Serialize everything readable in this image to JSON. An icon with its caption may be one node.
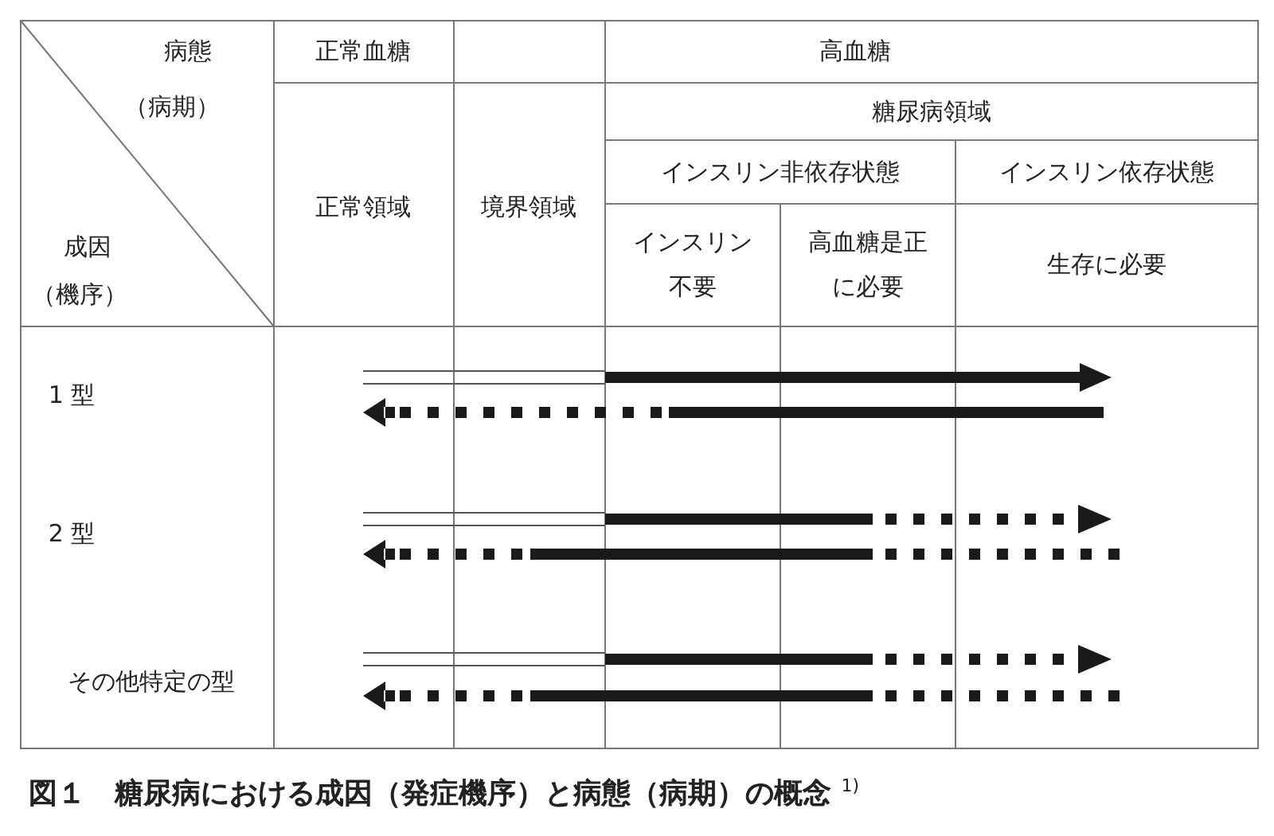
{
  "diagram": {
    "caption": "図１　糖尿病における成因（発症機序）と病態（病期）の概念 $^{1)}$",
    "labels": [
      "病態",
      "（病期）",
      "正常血糖",
      "高血糖",
      "糖尿病領域",
      "正常領域",
      "境界領域",
      "インスリン非依存状態",
      "インスリン依存状態",
      "成因",
      "（機序）",
      "インスリン不要",
      "高血糖是正に必要",
      "生存に必要",
      "1 型",
      "2 型",
      "その他特定の型"
    ]
  }
}
